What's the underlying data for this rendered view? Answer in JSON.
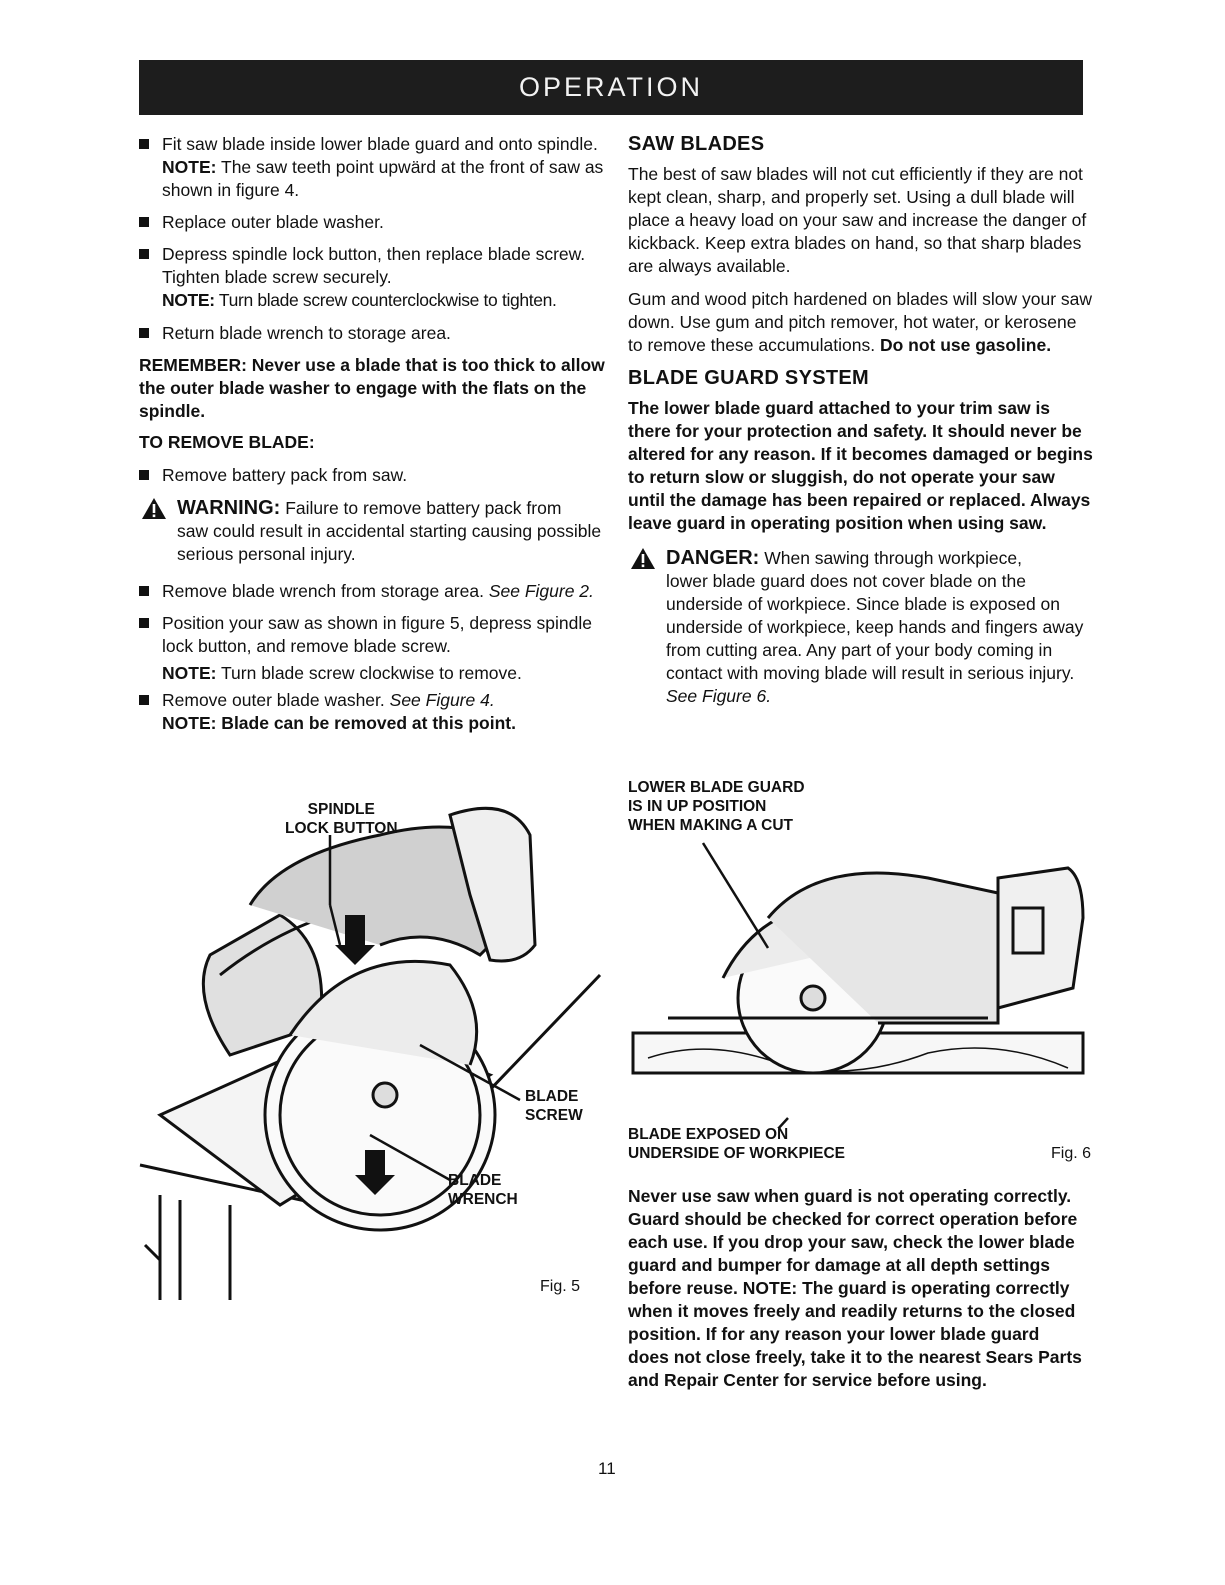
{
  "header": {
    "title": "OPERATION"
  },
  "left": {
    "b1_a": "Fit saw blade inside lower blade guard and onto spindle. ",
    "b1_note_label": "NOTE:",
    "b1_b": " The saw teeth point upwärd at the front of saw as shown in figure 4.",
    "b2": "Replace outer blade washer.",
    "b3": "Depress spindle lock button, then replace blade screw. Tighten blade screw securely.",
    "b3_note_label": "NOTE:",
    "b3_note": " Turn blade screw counterclockwise to tighten.",
    "b4": "Return blade wrench to storage area.",
    "remember": "REMEMBER: Never use a blade that is too thick to allow the outer blade washer to engage with the flats on the spindle.",
    "remove_heading": "TO REMOVE BLADE:",
    "b5": "Remove battery pack from saw.",
    "warning_label": "WARNING:",
    "warning_a": " Failure to remove battery pack from",
    "warning_b": "saw could result in accidental starting causing possible serious personal injury.",
    "b6": "Remove blade wrench from storage area. ",
    "b6_ref": "See Figure 2.",
    "b7": "Position your saw as shown in figure 5, depress spindle lock button, and remove blade screw.",
    "b7_note_label": "NOTE:",
    "b7_note": " Turn blade screw clockwise to remove.",
    "b8": "Remove outer blade washer. ",
    "b8_ref": "See Figure 4.",
    "b8_note": "NOTE: Blade can be removed at this point.",
    "fig5": {
      "label_spindle_1": "SPINDLE",
      "label_spindle_2": "LOCK BUTTON",
      "label_screw_1": "BLADE",
      "label_screw_2": "SCREW",
      "label_wrench_1": "BLADE",
      "label_wrench_2": "WRENCH",
      "fig_number": "Fig. 5"
    }
  },
  "right": {
    "saw_blades_heading": "SAW BLADES",
    "saw_blades_p1": "The best of saw blades will not cut efficiently if they are not kept clean, sharp, and properly set. Using a dull blade will place a heavy load on your saw and increase the danger of kickback. Keep extra blades on hand, so that sharp blades are always available.",
    "saw_blades_p2a": "Gum and wood pitch hardened on blades will slow your saw down. Use gum and pitch remover, hot water, or kerosene to remove these accumulations. ",
    "saw_blades_p2b": "Do not use gasoline.",
    "guard_heading": "BLADE GUARD SYSTEM",
    "guard_p1": "The lower blade guard attached to your trim saw is there for your protection and safety. It should never be altered for any reason. If it becomes damaged or begins to return slow or sluggish, do not operate your saw until the damage has been repaired or replaced. Always leave guard in operating position when using saw.",
    "danger_label": "DANGER:",
    "danger_a": " When sawing through workpiece,",
    "danger_b": "lower blade guard does not cover blade on the underside of workpiece. Since blade is exposed on underside of workpiece, keep hands and fingers away from cutting area. Any part of your body coming in contact with moving blade will result in serious injury. ",
    "danger_ref": "See Figure 6.",
    "fig6": {
      "cap_top_1": "LOWER BLADE GUARD",
      "cap_top_2": "IS IN UP POSITION",
      "cap_top_3": "WHEN MAKING A CUT",
      "cap_bot_1": "BLADE EXPOSED ON",
      "cap_bot_2": "UNDERSIDE OF WORKPIECE",
      "fig_number": "Fig. 6"
    },
    "final_p": "Never use saw when guard is not operating correctly. Guard should be checked for correct operation before each use. If you drop your saw, check the lower blade guard and bumper for damage at all depth settings before reuse. NOTE: The guard is operating correctly when it moves freely and readily returns to the closed position. If for any reason your lower blade guard does not close freely, take it to the nearest Sears Parts and Repair Center for service before using."
  },
  "page_number": "11"
}
